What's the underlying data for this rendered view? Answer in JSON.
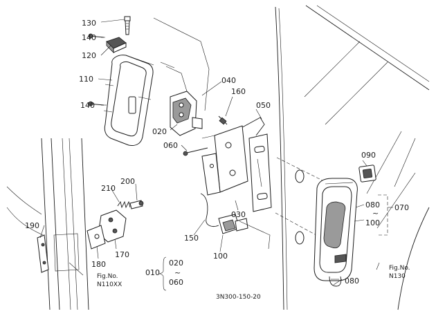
{
  "callouts": {
    "p130": "130",
    "p140a": "140",
    "p120": "120",
    "p110": "110",
    "p140b": "140",
    "p040": "040",
    "p160": "160",
    "p050": "050",
    "p020": "020",
    "p060": "060",
    "p090": "090",
    "p080a": "080",
    "p100a": "100",
    "p070": "070",
    "p210": "210",
    "p200": "200",
    "p190": "190",
    "p170": "170",
    "p180": "180",
    "p150": "150",
    "p030": "030",
    "p100b": "100",
    "p080b": "080",
    "g010": "010",
    "g020": "020",
    "g060": "060"
  },
  "range_mark": "~",
  "refs": {
    "left_fig": "Fig.No.",
    "left_num": "N110XX",
    "right_fig": "Fig.No.",
    "right_num": "N130"
  },
  "drawing_code": "3N300-150-20"
}
